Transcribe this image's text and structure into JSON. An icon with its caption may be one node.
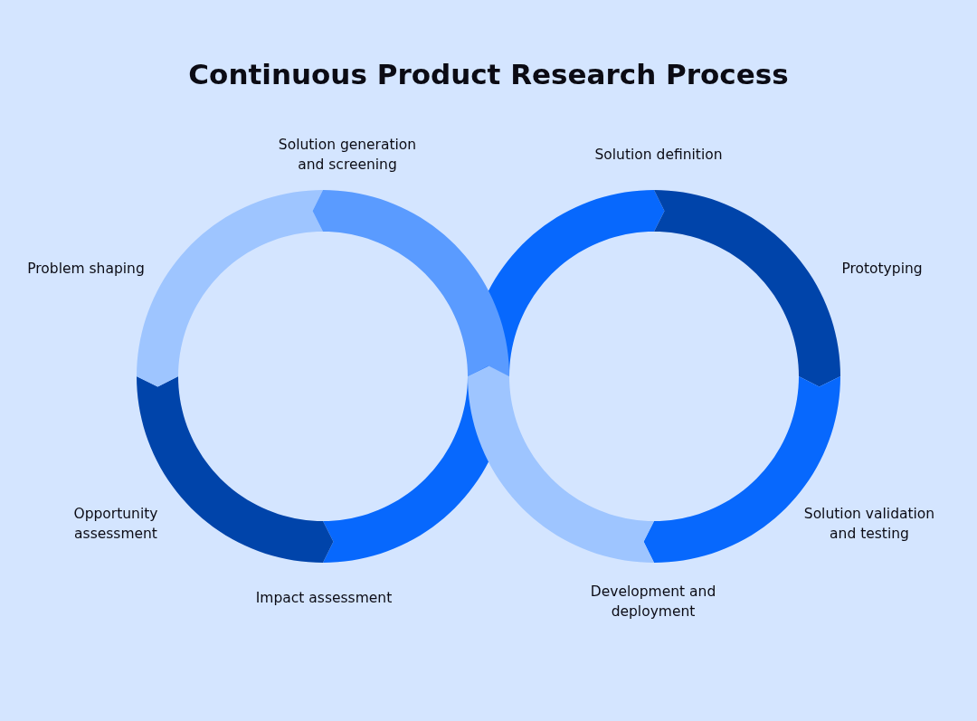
{
  "diagram": {
    "title": "Continuous Product Research Process",
    "labels": [
      "Solution generation and screening",
      "Solution definition",
      "Problem shaping",
      "Prototyping",
      "Opportunity assessment",
      "Solution validation and testing",
      "Impact assessment",
      "Development and deployment"
    ]
  }
}
